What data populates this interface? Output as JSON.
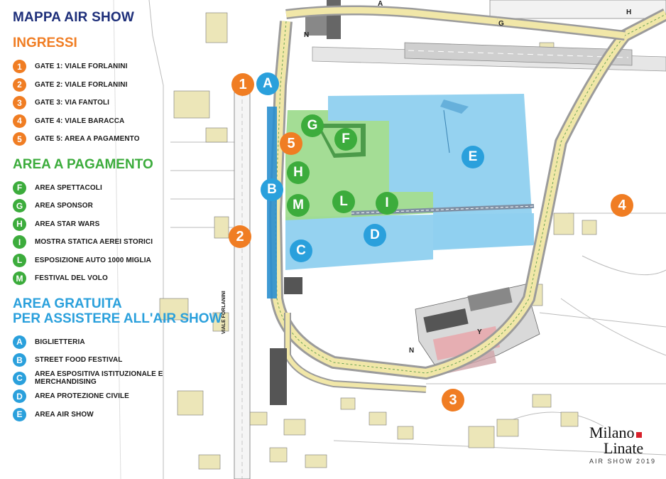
{
  "title": "MAPPA AIR SHOW",
  "entrances": {
    "heading": "INGRESSI",
    "items": [
      {
        "code": "1",
        "label": "GATE 1: VIALE FORLANINI"
      },
      {
        "code": "2",
        "label": "GATE 2: VIALE FORLANINI"
      },
      {
        "code": "3",
        "label": "GATE 3: VIA FANTOLI"
      },
      {
        "code": "4",
        "label": "GATE 4: VIALE BARACCA"
      },
      {
        "code": "5",
        "label": "GATE 5: AREA A PAGAMENTO"
      }
    ]
  },
  "paid_area": {
    "heading": "AREA A PAGAMENTO",
    "items": [
      {
        "code": "F",
        "label": "AREA SPETTACOLI"
      },
      {
        "code": "G",
        "label": "AREA SPONSOR"
      },
      {
        "code": "H",
        "label": "AREA STAR WARS"
      },
      {
        "code": "I",
        "label": "MOSTRA STATICA AEREI STORICI"
      },
      {
        "code": "L",
        "label": "ESPOSIZIONE AUTO 1000 MIGLIA"
      },
      {
        "code": "M",
        "label": "FESTIVAL DEL VOLO"
      }
    ]
  },
  "free_area": {
    "heading_line1": "AREA GRATUITA",
    "heading_line2": "PER ASSISTERE ALL'AIR SHOW",
    "items": [
      {
        "code": "A",
        "label": "BIGLIETTERIA"
      },
      {
        "code": "B",
        "label": "STREET FOOD FESTIVAL"
      },
      {
        "code": "C",
        "label": "AREA ESPOSITIVA ISTITUZIONALE E MERCHANDISING"
      },
      {
        "code": "D",
        "label": "AREA PROTEZIONE CIVILE"
      },
      {
        "code": "E",
        "label": "AREA AIR SHOW"
      }
    ]
  },
  "brand": {
    "line1": "Milano",
    "line2": "Linate",
    "subtitle": "AIR SHOW 2019"
  },
  "map_labels": {
    "street": "VIALE FORLANINI",
    "letter_a": "A",
    "letter_h": "H",
    "letter_g": "G",
    "letter_n1": "N",
    "letter_n2": "N",
    "letter_y": "Y"
  },
  "colors": {
    "orange": "#f07d23",
    "green": "#3cac3c",
    "blue": "#2aa0dc",
    "title_navy": "#1e2f7a",
    "free_zone": "#8fd0ef",
    "paid_zone": "#9fdb8f",
    "taxiway": "#f1e7a8"
  }
}
